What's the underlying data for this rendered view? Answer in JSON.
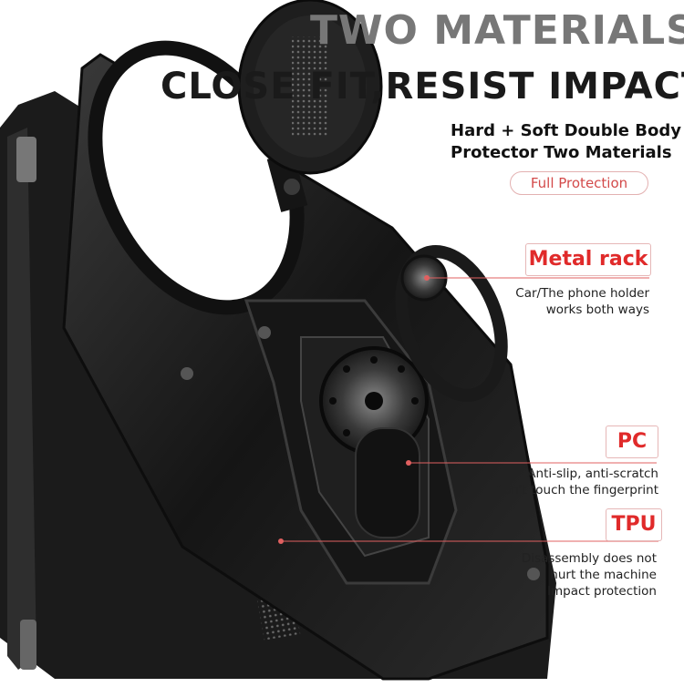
{
  "headline": {
    "line1": "TWO MATERIALS,",
    "line2": "CLOSE FIT,RESIST IMPACT"
  },
  "subtitle": {
    "line1": "Hard + Soft Double Body",
    "line2": "Protector Two Materials"
  },
  "badge": "Full Protection",
  "features": [
    {
      "title": "Metal rack",
      "desc": [
        "Car/The phone holder",
        "works both ways"
      ]
    },
    {
      "title": "PC",
      "desc": [
        "Anti-slip, anti-scratch",
        "Don't touch the fingerprint"
      ]
    },
    {
      "title": "TPU",
      "desc": [
        "Disassembly does not",
        "hurt the machine",
        "Impact protection"
      ]
    }
  ],
  "colors": {
    "accent": "#e02a2a",
    "case": "#1c1c1c",
    "headline_gray": "#777777"
  }
}
